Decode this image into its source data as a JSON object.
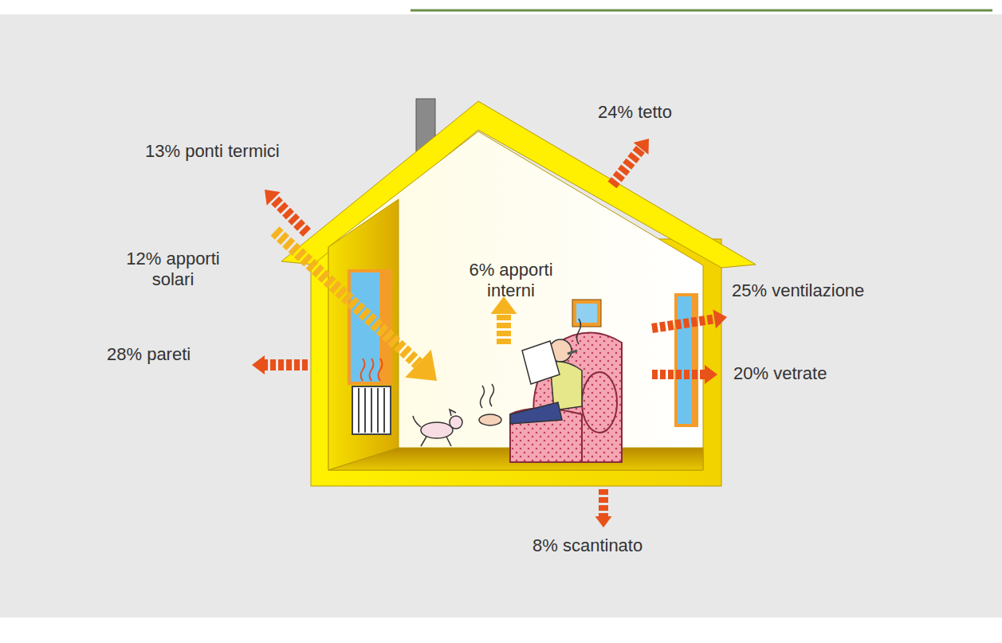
{
  "diagram": {
    "labels": [
      "24% tetto",
      "13% ponti termici",
      "12% apporti solari",
      "6% apporti interni",
      "25% ventilazione",
      "28% pareti",
      "20% vetrate",
      "8% scantinato"
    ]
  }
}
